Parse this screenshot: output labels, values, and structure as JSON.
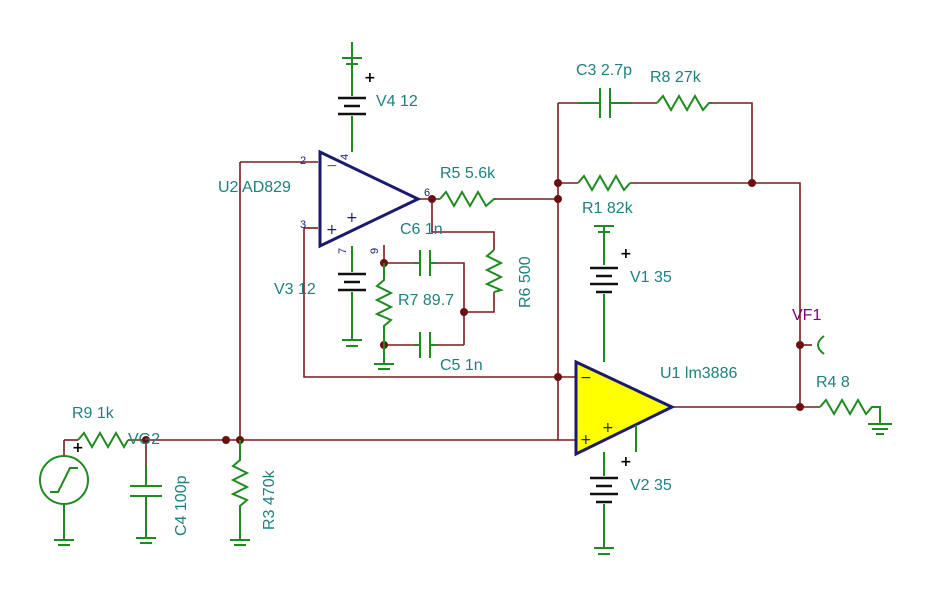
{
  "labels": {
    "c3": "C3 2.7p",
    "r8": "R8 27k",
    "v4": "V4 12",
    "u2": "U2 AD829",
    "r5": "R5 5.6k",
    "r1": "R1 82k",
    "c6": "C6 1n",
    "r6": "R6 500",
    "v3": "V3 12",
    "r7": "R7 89.7",
    "v1": "V1 35",
    "vf1": "VF1",
    "c5": "C5 1n",
    "u1": "U1 lm3886",
    "r4": "R4 8",
    "r9": "R9 1k",
    "vg2": "VG2",
    "c4": "C4 100p",
    "r3": "R3 470k",
    "v2": "V2 35"
  },
  "pins": {
    "u2_p2": "2",
    "u2_p3": "3",
    "u2_p4": "4",
    "u2_p6": "6",
    "u2_p7": "7",
    "u2_p9": "9"
  },
  "symbols": {
    "plus": "+",
    "minus": "−"
  },
  "colors": {
    "wire": "#7a1c1c",
    "component": "#1f8a1f",
    "label": "#1f7f7f",
    "opamp_outline": "#1a1a6e",
    "power_amp_fill": "#ffff00",
    "probe_label": "#800080"
  }
}
